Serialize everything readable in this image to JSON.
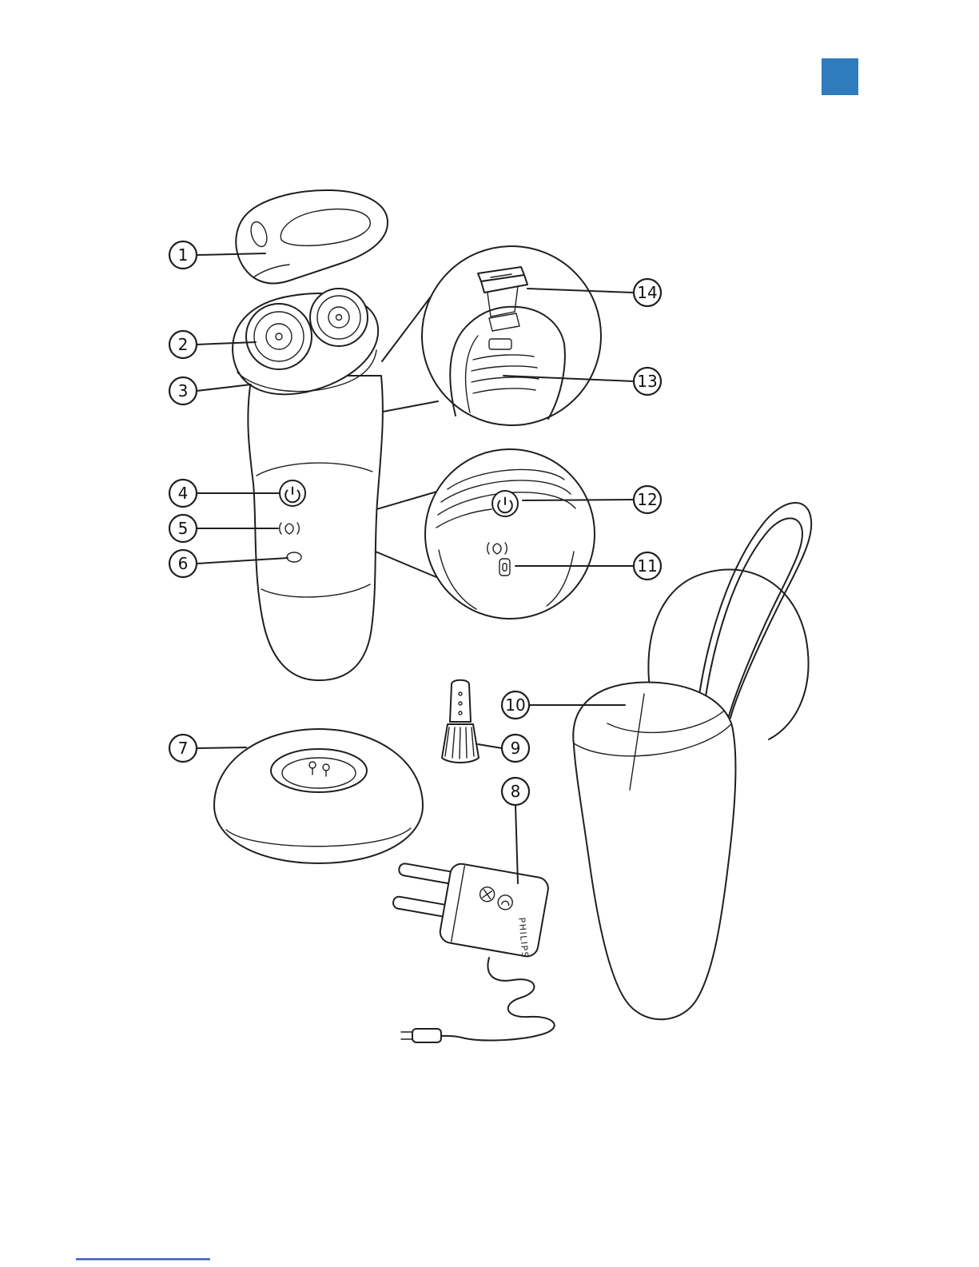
{
  "page": {
    "marker_color": "#2e7cbe",
    "footer_rule_color": "#3b5fc0",
    "background": "#ffffff"
  },
  "diagram": {
    "brand_label": "PHILIPS",
    "callouts": [
      {
        "label": "1"
      },
      {
        "label": "2"
      },
      {
        "label": "3"
      },
      {
        "label": "4"
      },
      {
        "label": "5"
      },
      {
        "label": "6"
      },
      {
        "label": "7"
      },
      {
        "label": "8"
      },
      {
        "label": "9"
      },
      {
        "label": "10"
      },
      {
        "label": "11"
      },
      {
        "label": "12"
      },
      {
        "label": "13"
      },
      {
        "label": "14"
      }
    ]
  }
}
